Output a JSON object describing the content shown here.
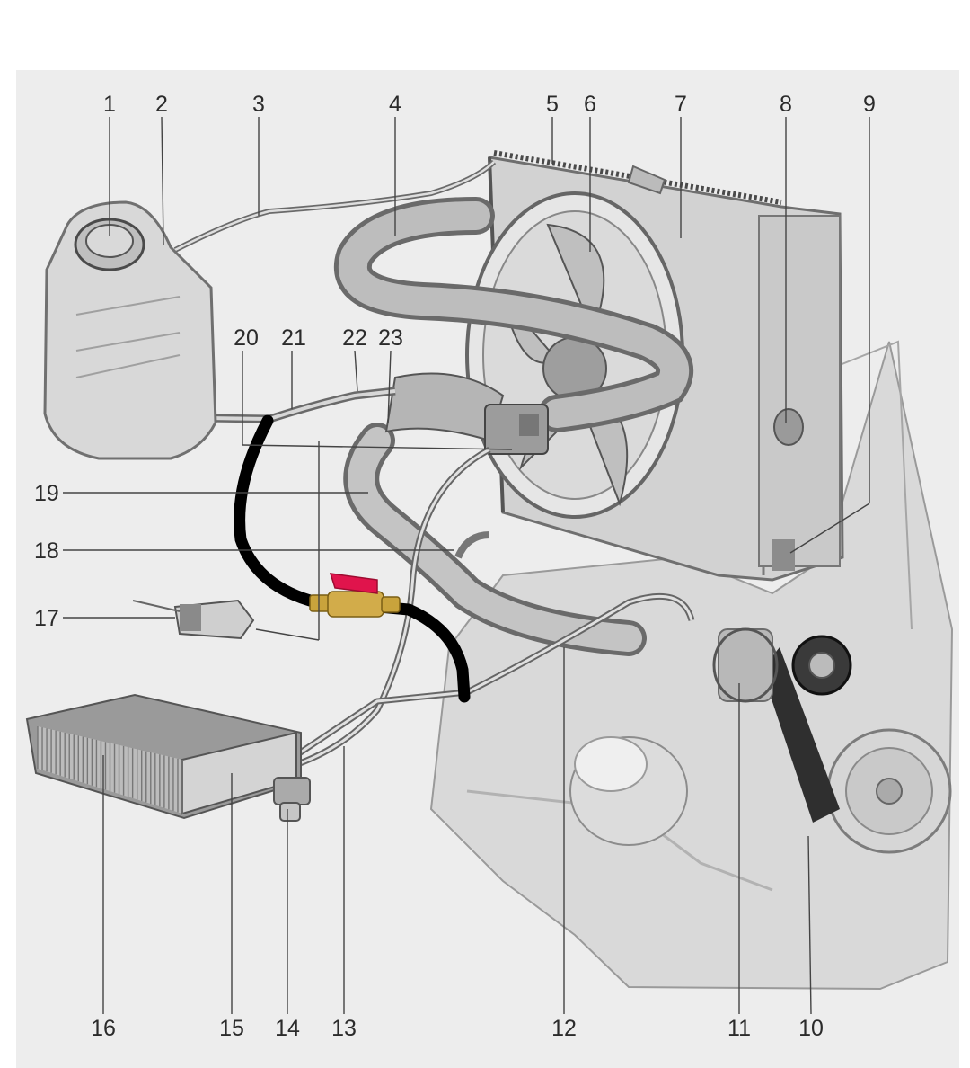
{
  "labels": [
    "1",
    "2",
    "3",
    "4",
    "5",
    "6",
    "7",
    "8",
    "9",
    "10",
    "11",
    "12",
    "13",
    "14",
    "15",
    "16",
    "17",
    "18",
    "19",
    "20",
    "21",
    "22",
    "23"
  ],
  "colors": {
    "background": "#ffffff",
    "panel": "#e9e9e9",
    "part_fill": "#cfcfcf",
    "part_dark": "#8e8e8e",
    "added_hose": "#000000",
    "valve_handle": "#e0144c",
    "valve_body": "#c8a040"
  },
  "parts": {
    "expansion_tank": "expansion-tank",
    "radiator": "radiator",
    "fan": "fan",
    "heater_core": "heater-core",
    "valve": "ball-valve"
  }
}
